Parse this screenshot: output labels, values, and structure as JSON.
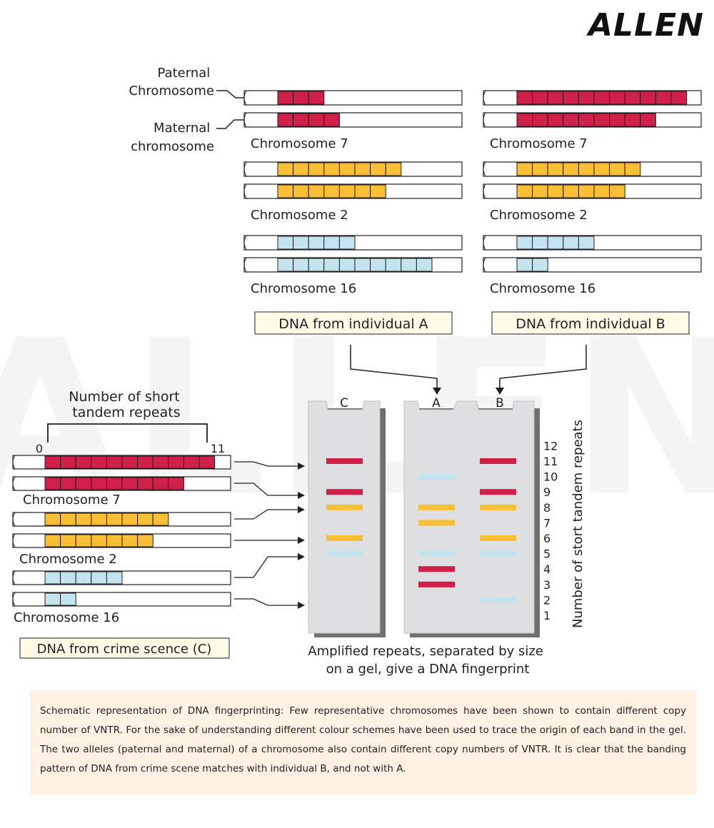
{
  "logo": "ALLEN",
  "watermark": "ALLEN",
  "labels": {
    "paternal": [
      "Paternal",
      "Chromosome"
    ],
    "maternal": [
      "Maternal",
      "chromosome"
    ],
    "str_header": [
      "Number of short",
      "tandem repeats"
    ],
    "scale_start": "0",
    "scale_end": "11",
    "gel_axis_title": "Number of stort tandem repeats",
    "gel_caption": [
      "Amplified repeats, separated by size",
      "on a gel, give a DNA fingerprint"
    ]
  },
  "individual_a": {
    "label": "DNA from individual A",
    "chromosomes": [
      {
        "name": "Chromosome 7",
        "color": "#d01f48",
        "repeats": [
          3,
          4
        ]
      },
      {
        "name": "Chromosome 2",
        "color": "#f8be34",
        "repeats": [
          8,
          7
        ]
      },
      {
        "name": "Chromosome 16",
        "color": "#c3e3ee",
        "repeats": [
          5,
          10
        ]
      }
    ]
  },
  "individual_b": {
    "label": "DNA from individual B",
    "chromosomes": [
      {
        "name": "Chromosome 7",
        "color": "#d01f48",
        "repeats": [
          11,
          9
        ]
      },
      {
        "name": "Chromosome 2",
        "color": "#f8be34",
        "repeats": [
          8,
          7
        ]
      },
      {
        "name": "Chromosome 16",
        "color": "#c3e3ee",
        "repeats": [
          5,
          2
        ]
      }
    ]
  },
  "crime_scene": {
    "label": "DNA from crime scence (C)",
    "chromosomes": [
      {
        "name": "Chromosome 7",
        "color": "#d01f48",
        "repeats": [
          11,
          9
        ]
      },
      {
        "name": "Chromosome 2",
        "color": "#f8be34",
        "repeats": [
          8,
          7
        ]
      },
      {
        "name": "Chromosome 16",
        "color": "#c3e3ee",
        "repeats": [
          5,
          2
        ]
      }
    ]
  },
  "gel": {
    "lanes": [
      "C",
      "A",
      "B"
    ],
    "scale": [
      "12",
      "11",
      "10",
      "9",
      "8",
      "7",
      "6",
      "5",
      "4",
      "3",
      "2",
      "1"
    ],
    "bands": {
      "C": [
        {
          "repeats": 11,
          "color": "#d01f48"
        },
        {
          "repeats": 9,
          "color": "#d01f48"
        },
        {
          "repeats": 8,
          "color": "#f8be34"
        },
        {
          "repeats": 6,
          "color": "#f8be34"
        },
        {
          "repeats": 5,
          "color": "#c3e3ee"
        }
      ],
      "A": [
        {
          "repeats": 10,
          "color": "#c3e3ee"
        },
        {
          "repeats": 8,
          "color": "#f8be34"
        },
        {
          "repeats": 7,
          "color": "#f8be34"
        },
        {
          "repeats": 5,
          "color": "#c3e3ee"
        },
        {
          "repeats": 4,
          "color": "#d01f48"
        },
        {
          "repeats": 3,
          "color": "#d01f48"
        }
      ],
      "B": [
        {
          "repeats": 11,
          "color": "#d01f48"
        },
        {
          "repeats": 9,
          "color": "#d01f48"
        },
        {
          "repeats": 8,
          "color": "#f8be34"
        },
        {
          "repeats": 6,
          "color": "#f8be34"
        },
        {
          "repeats": 5,
          "color": "#c3e3ee"
        },
        {
          "repeats": 2,
          "color": "#c3e3ee"
        }
      ]
    }
  },
  "caption": "Schematic representation of DNA fingerprinting: Few representative chromosomes have been shown to contain different copy number of VNTR. For the sake of understanding different colour schemes have been used to trace the origin of each band in the gel. The two alleles (paternal and maternal) of a chromosome also contain different copy numbers of VNTR. It is clear that the banding pattern of DNA from crime scene matches with individual B, and not with A."
}
